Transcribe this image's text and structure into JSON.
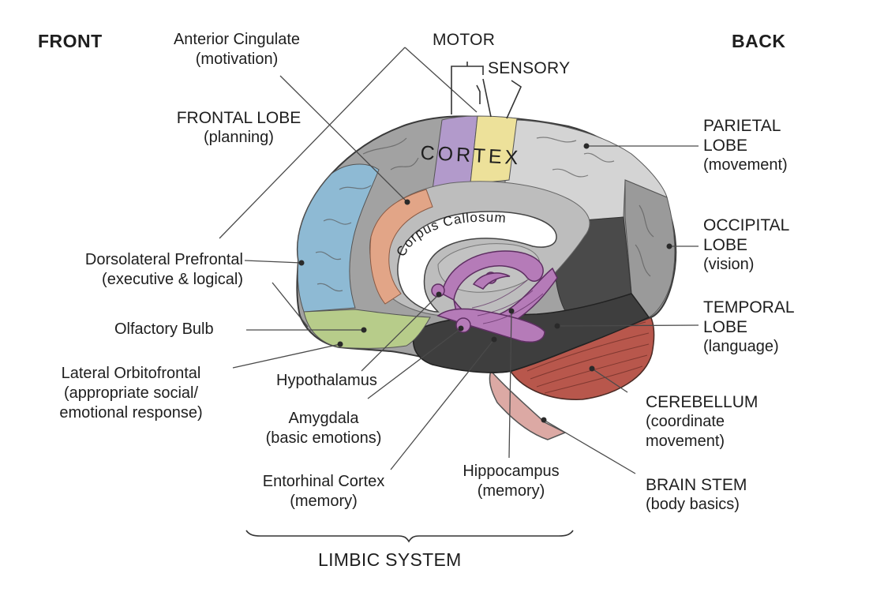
{
  "orientation": {
    "front": "FRONT",
    "back": "BACK"
  },
  "cortex_label": "CORTEX",
  "corpus_callosum_label": "Corpus Callosum",
  "labels": {
    "anterior_cingulate": {
      "name": "Anterior Cingulate",
      "function": "(motivation)"
    },
    "motor": {
      "name": "MOTOR"
    },
    "sensory": {
      "name": "SENSORY"
    },
    "frontal_lobe": {
      "name": "FRONTAL LOBE",
      "function": "(planning)"
    },
    "parietal_lobe": {
      "name_1": "PARIETAL",
      "name_2": "LOBE",
      "function": "(movement)"
    },
    "occipital_lobe": {
      "name_1": "OCCIPITAL",
      "name_2": "LOBE",
      "function": "(vision)"
    },
    "dorsolateral_prefrontal": {
      "name": "Dorsolateral Prefrontal",
      "function": "(executive & logical)"
    },
    "olfactory_bulb": {
      "name": "Olfactory Bulb"
    },
    "temporal_lobe": {
      "name_1": "TEMPORAL",
      "name_2": "LOBE",
      "function": "(language)"
    },
    "lateral_orbitofrontal": {
      "name": "Lateral Orbitofrontal",
      "function_1": "(appropriate social/",
      "function_2": "emotional response)"
    },
    "hypothalamus": {
      "name": "Hypothalamus"
    },
    "cerebellum": {
      "name": "CEREBELLUM",
      "function_1": "(coordinate",
      "function_2": "movement)"
    },
    "amygdala": {
      "name": "Amygdala",
      "function": "(basic emotions)"
    },
    "entorhinal_cortex": {
      "name": "Entorhinal Cortex",
      "function": "(memory)"
    },
    "hippocampus": {
      "name": "Hippocampus",
      "function": "(memory)"
    },
    "brain_stem": {
      "name": "BRAIN STEM",
      "function": "(body basics)"
    },
    "limbic_system": {
      "name": "LIMBIC SYSTEM"
    }
  },
  "colors": {
    "frontal_gray": "#a2a2a2",
    "parietal_light": "#d4d4d4",
    "occipital_mid": "#9a9a9a",
    "temporal_dark": "#3e3e3e",
    "occipital_dark": "#4a4a4a",
    "prefrontal_blue": "#8ebad4",
    "orbitofrontal_green": "#b7cc8a",
    "motor_purple": "#b29acb",
    "sensory_yellow": "#ede19a",
    "cingulate_orange": "#e2a587",
    "limbic_magenta": "#b57bb8",
    "cerebellum_red": "#b8574c",
    "brainstem_pink": "#dca9a4"
  }
}
